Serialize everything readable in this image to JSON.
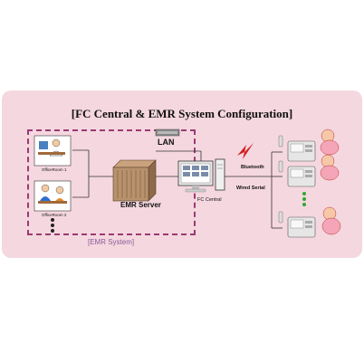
{
  "title": "[FC Central & EMR System Configuration]",
  "labels": {
    "lan": "LAN",
    "emr_server": "EMR Server",
    "emr_system": "[EMR System]",
    "fc_central": "FC Central",
    "bluetooth": "Bluetooth",
    "wired_serial": "Wired Serial",
    "office_room_1": "OfficeRoom 1",
    "office_room_2": "OfficeRoom 2"
  },
  "colors": {
    "background_panel": "#f5d7df",
    "emr_boundary": "#9a3a72",
    "lightning": "#d02020",
    "dots_green": "#2fa82f"
  }
}
